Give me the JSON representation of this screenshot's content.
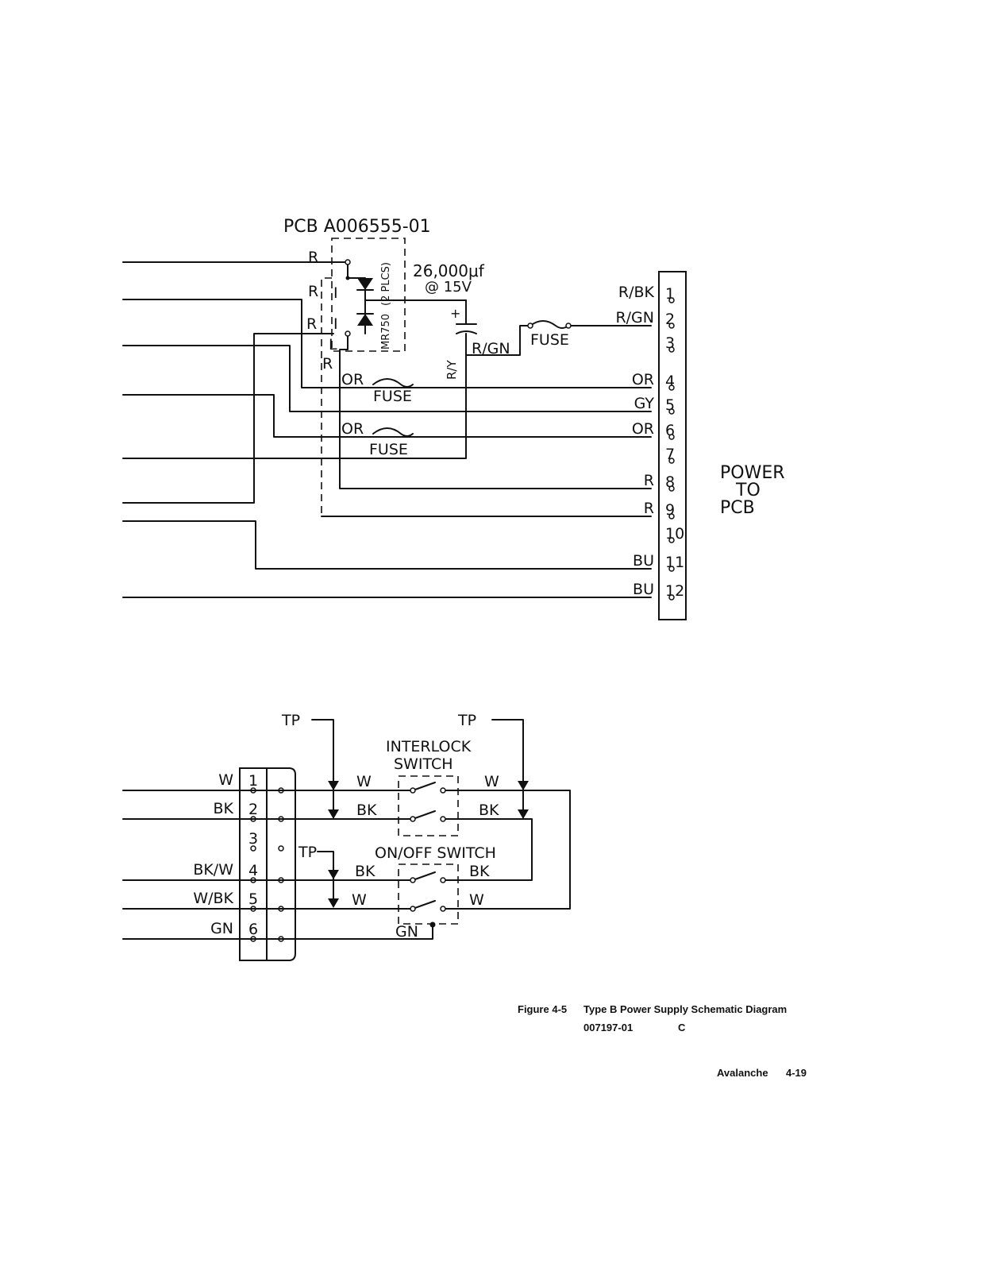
{
  "top": {
    "pcb_title": "PCB A006555-01",
    "capacitor": {
      "value": "26,000μf",
      "voltage": "@ 15V",
      "polarity": "+"
    },
    "diode": {
      "part": "MR750",
      "qty": "(2 PLCS)"
    },
    "fuse_label": "FUSE",
    "side_labels": {
      "r_a": "R",
      "r_b": "R",
      "r_c": "R",
      "r_d": "R",
      "pin_i_a": "I",
      "pin_i_b": "I",
      "pin_l": "L",
      "r_y": "R/Y",
      "r_gn": "R/GN"
    },
    "connector_wires": [
      {
        "pin": "1",
        "color": "R/BK"
      },
      {
        "pin": "2",
        "color": "R/GN"
      },
      {
        "pin": "3",
        "color": ""
      },
      {
        "pin": "4",
        "color": "OR"
      },
      {
        "pin": "5",
        "color": "GY"
      },
      {
        "pin": "6",
        "color": "OR"
      },
      {
        "pin": "7",
        "color": ""
      },
      {
        "pin": "8",
        "color": "R"
      },
      {
        "pin": "9",
        "color": "R"
      },
      {
        "pin": "10",
        "color": ""
      },
      {
        "pin": "11",
        "color": "BU"
      },
      {
        "pin": "12",
        "color": "BU"
      }
    ],
    "or_labels": [
      "OR",
      "OR"
    ],
    "power_label": [
      "POWER",
      "TO",
      "PCB"
    ]
  },
  "bottom": {
    "tp": [
      "TP",
      "TP",
      "TP"
    ],
    "interlock": [
      "INTERLOCK",
      "SWITCH"
    ],
    "onoff": "ON/OFF SWITCH",
    "connector": [
      {
        "pin": "1",
        "color": "W"
      },
      {
        "pin": "2",
        "color": "BK"
      },
      {
        "pin": "3",
        "color": ""
      },
      {
        "pin": "4",
        "color": "BK/W"
      },
      {
        "pin": "5",
        "color": "W/BK"
      },
      {
        "pin": "6",
        "color": "GN"
      }
    ],
    "mid_labels": {
      "w1": "W",
      "bk1": "BK",
      "bk2": "BK",
      "w2": "W"
    },
    "right_labels": {
      "w1": "W",
      "bk1": "BK",
      "bk2": "BK",
      "w2": "W"
    },
    "gn": "GN"
  },
  "caption": {
    "figure": "Figure 4-5",
    "title": "Type B Power Supply Schematic Diagram",
    "docnum": "007197-01",
    "rev": "C"
  },
  "footer": {
    "product": "Avalanche",
    "page": "4-19"
  }
}
